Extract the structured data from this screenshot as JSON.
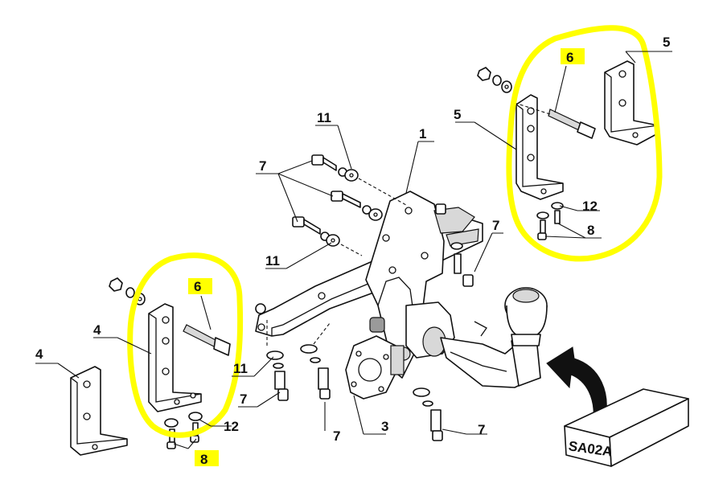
{
  "colors": {
    "highlight": "#ffff00",
    "ink": "#111111",
    "paper": "#ffffff"
  },
  "labels": {
    "l1": "1",
    "l3": "3",
    "l4a": "4",
    "l4b": "4",
    "l5a": "5",
    "l5b": "5",
    "l6a": "6",
    "l6b": "6",
    "l7a": "7",
    "l7b": "7",
    "l7c": "7",
    "l7d": "7",
    "l7e": "7",
    "l8a": "8",
    "l8b": "8",
    "l11a": "11",
    "l11b": "11",
    "l11c": "11",
    "l12a": "12",
    "l12b": "12"
  },
  "box_label": "SA02A"
}
